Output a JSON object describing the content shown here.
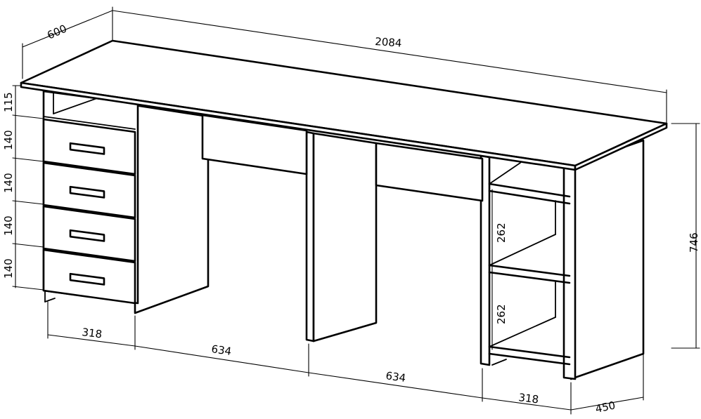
{
  "dimensions": {
    "depth_top": "600",
    "width_total": "2084",
    "top_thickness_gap": "115",
    "drawer_1": "140",
    "drawer_2": "140",
    "drawer_3": "140",
    "drawer_4": "140",
    "shelf_upper": "262",
    "shelf_lower": "262",
    "height_total": "746",
    "pedestal_left_width": "318",
    "knee_left_width": "634",
    "knee_right_width": "634",
    "pedestal_right_width": "318",
    "pedestal_right_depth": "450"
  },
  "colors": {
    "line": "#000000",
    "background": "#ffffff"
  }
}
